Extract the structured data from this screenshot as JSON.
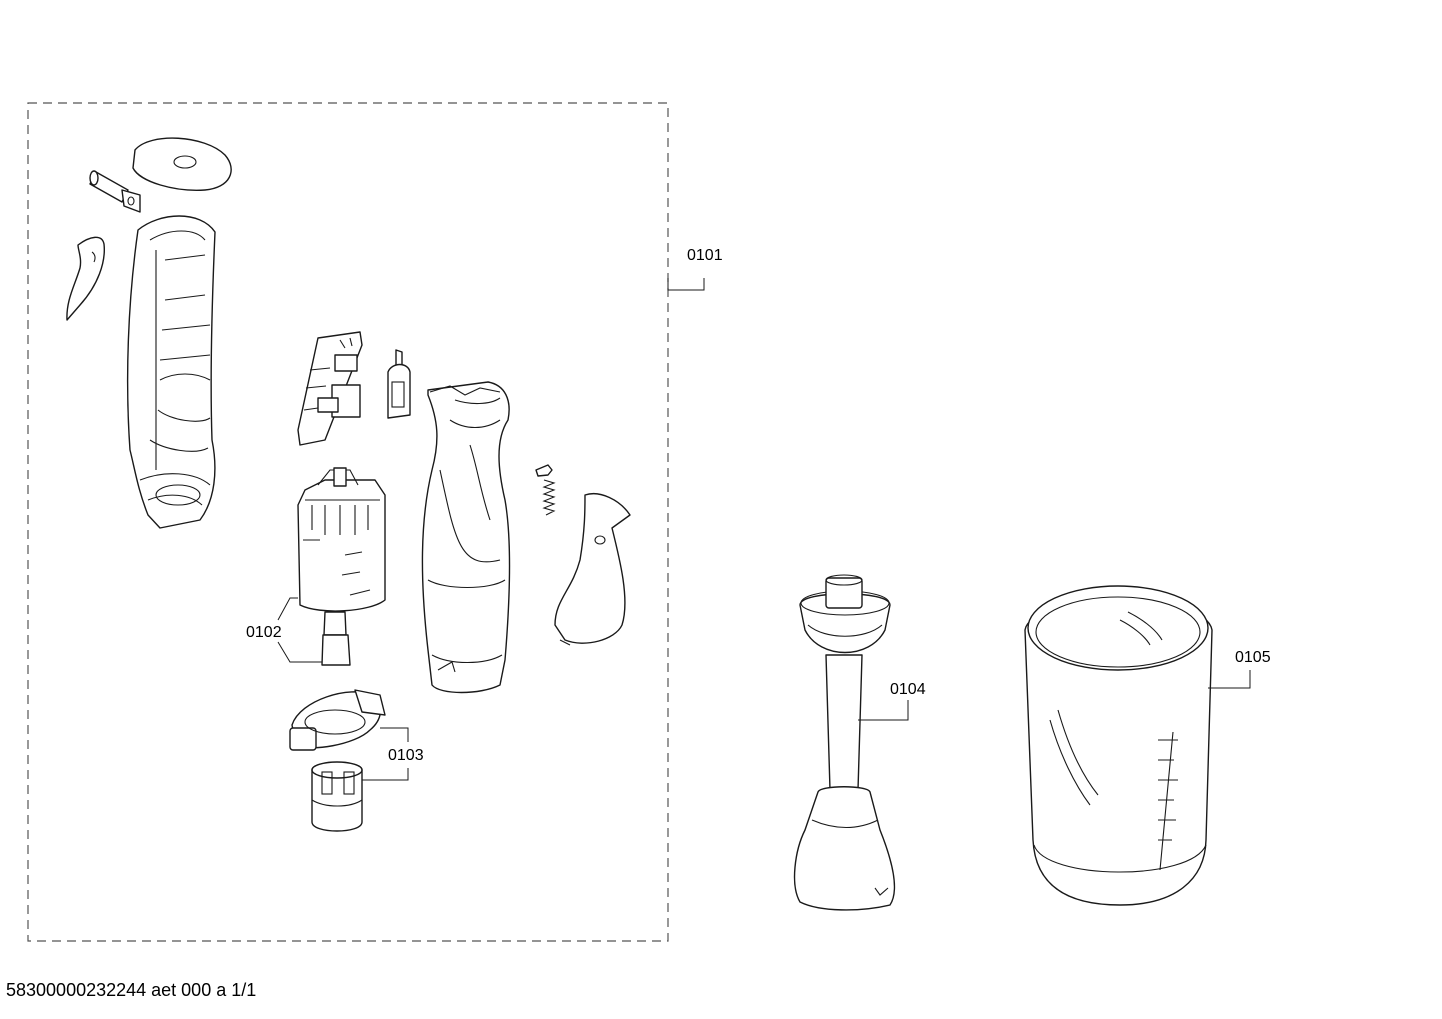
{
  "callouts": {
    "c0101": "0101",
    "c0102": "0102",
    "c0103": "0103",
    "c0104": "0104",
    "c0105": "0105"
  },
  "footer": {
    "document_code": "58300000232244 aet 000 a 1/1"
  }
}
